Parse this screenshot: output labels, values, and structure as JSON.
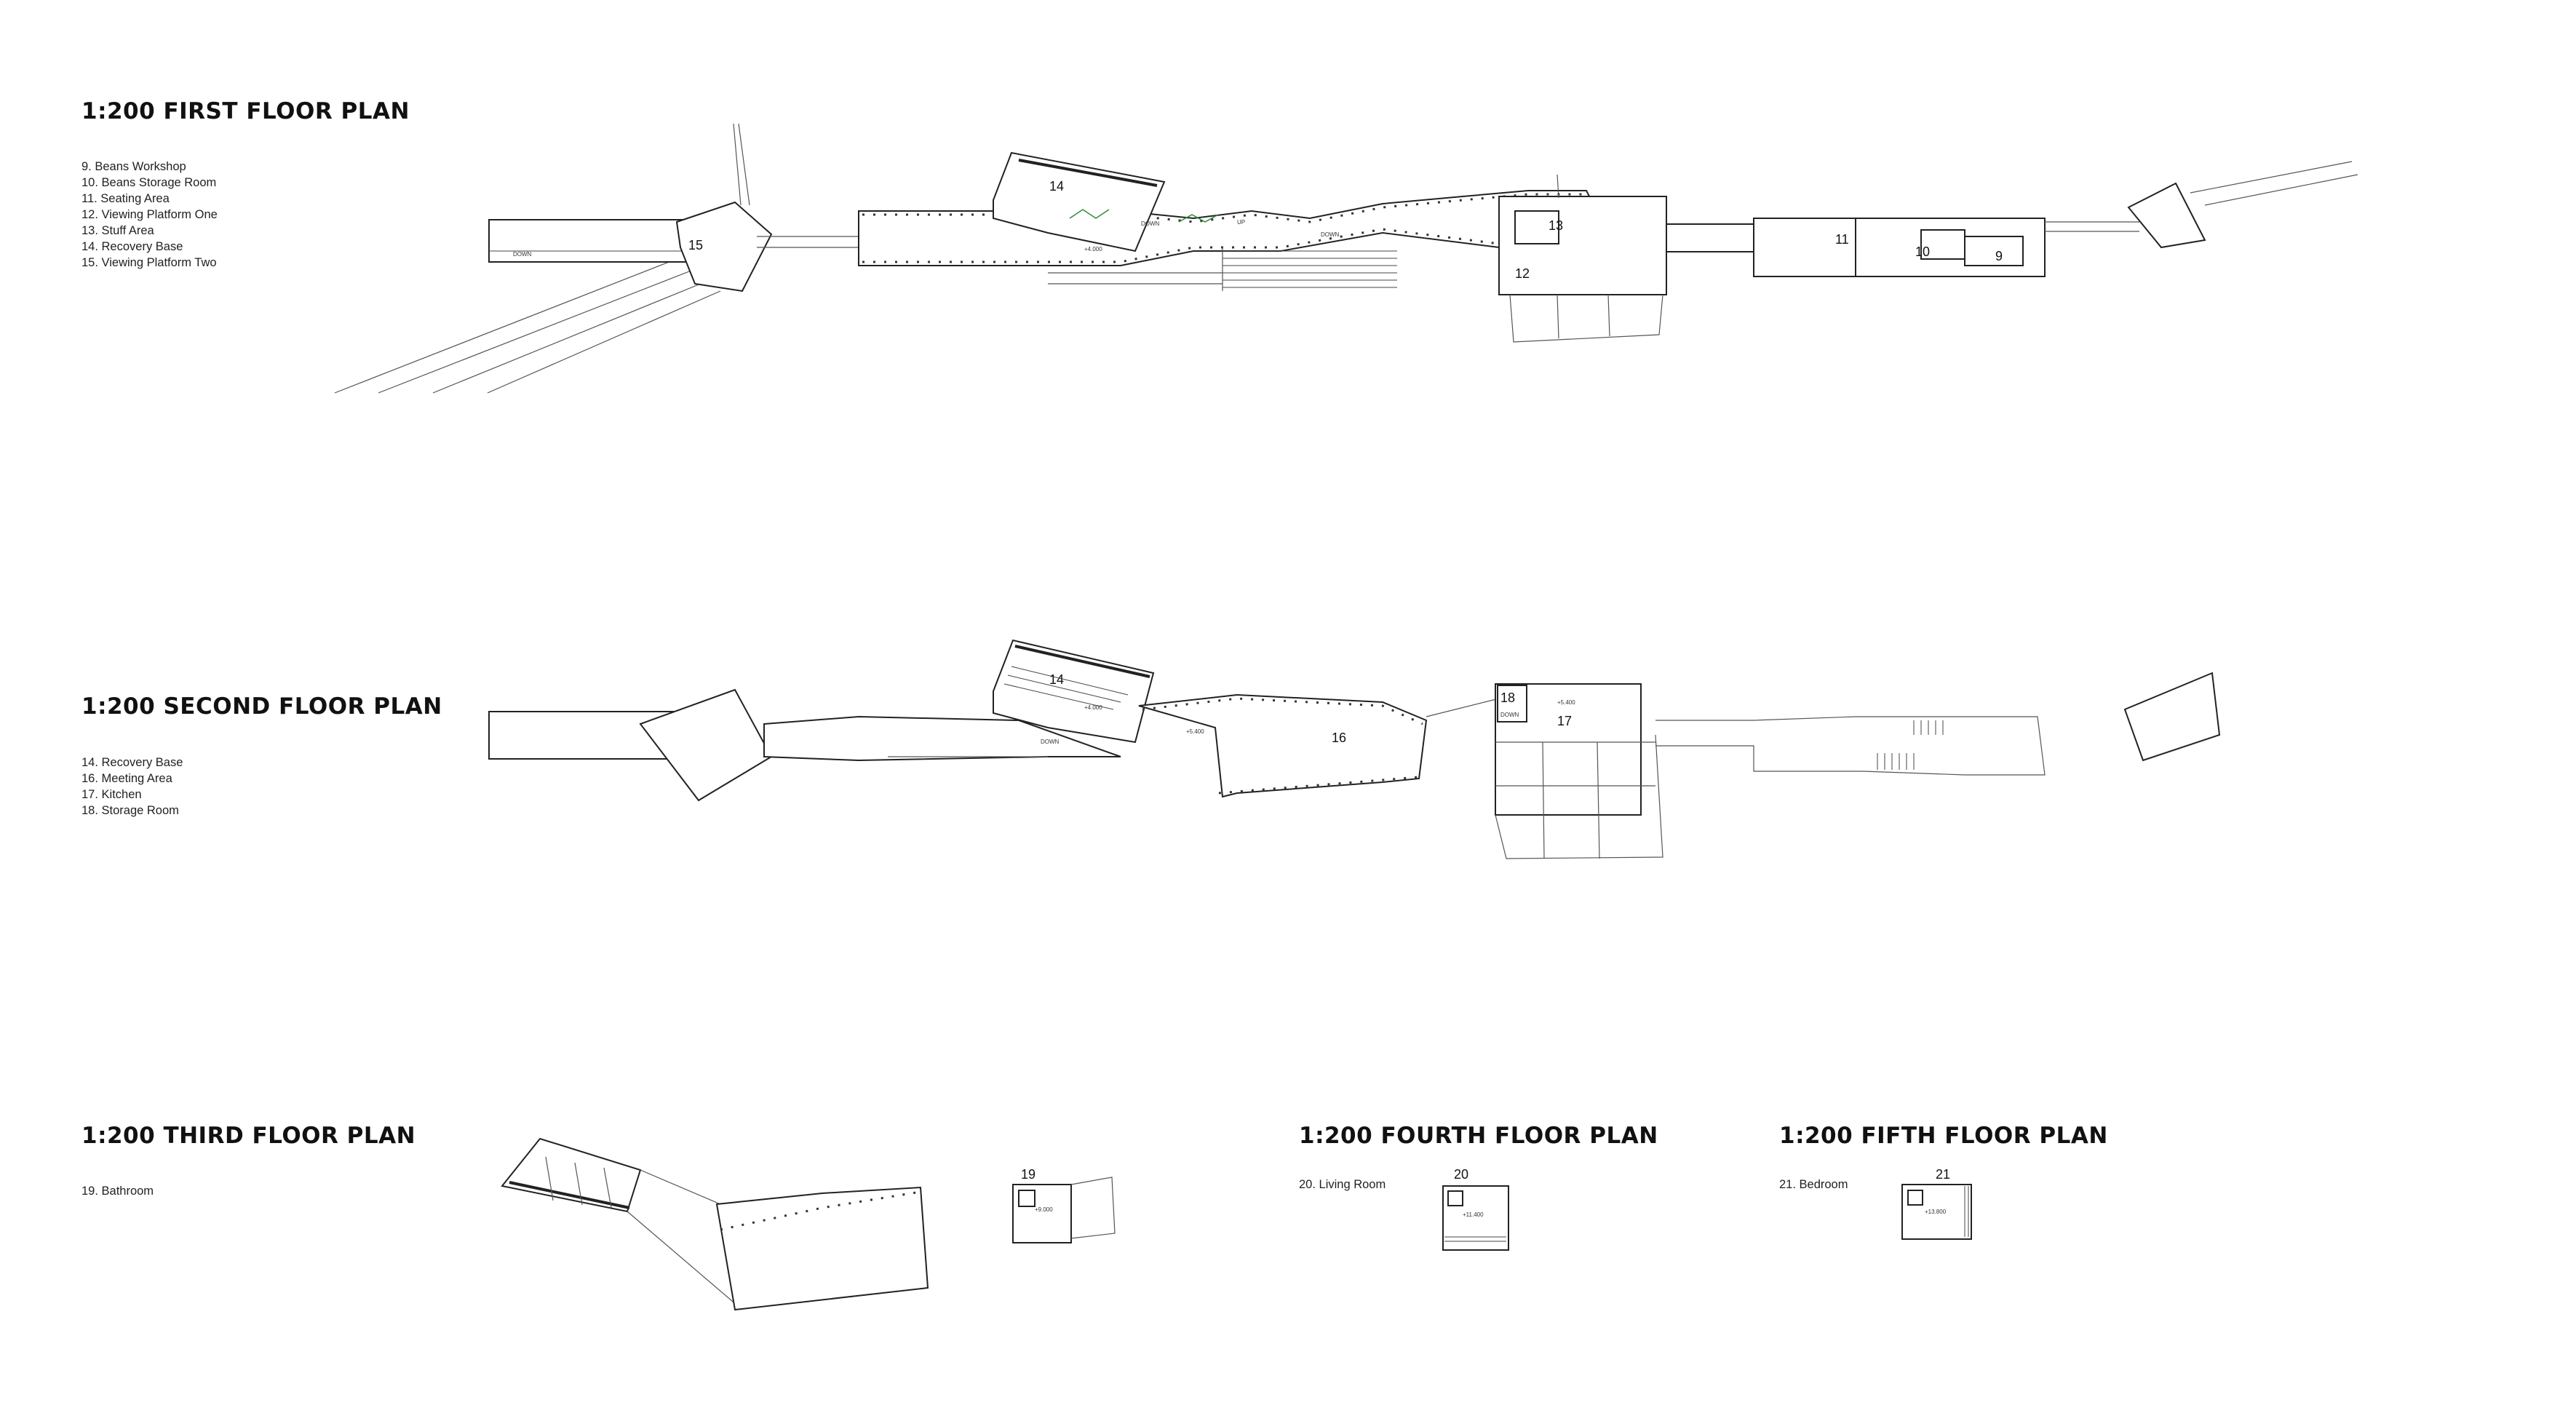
{
  "plans": {
    "first": {
      "title": "1:200 FIRST FLOOR PLAN",
      "legend": [
        "9. Beans Workshop",
        "10. Beans Storage Room",
        "11. Seating Area",
        "12. Viewing Platform One",
        "13. Stuff Area",
        "14. Recovery Base",
        "15. Viewing Platform Two"
      ],
      "room_numbers": [
        "15",
        "14",
        "13",
        "12",
        "11",
        "10",
        "9"
      ],
      "annotations": [
        "DOWN",
        "DOWN",
        "UP",
        "DOWN",
        "+4.000"
      ]
    },
    "second": {
      "title": "1:200 SECOND FLOOR PLAN",
      "legend": [
        "14. Recovery Base",
        "16. Meeting Area",
        "17. Kitchen",
        "18. Storage Room"
      ],
      "room_numbers": [
        "14",
        "16",
        "18",
        "17"
      ],
      "annotations": [
        "+4.000",
        "DOWN",
        "+5.400",
        "DOWN",
        "+5.400"
      ]
    },
    "third": {
      "title": "1:200 THIRD FLOOR PLAN",
      "legend": [
        "19. Bathroom"
      ],
      "room_numbers": [
        "19"
      ],
      "annotations": [
        "+9.000"
      ]
    },
    "fourth": {
      "title": "1:200 FOURTH FLOOR PLAN",
      "legend": [
        "20. Living Room"
      ],
      "room_numbers": [
        "20"
      ],
      "annotations": [
        "+11.400"
      ]
    },
    "fifth": {
      "title": "1:200 FIFTH FLOOR PLAN",
      "legend": [
        "21. Bedroom"
      ],
      "room_numbers": [
        "21"
      ],
      "annotations": [
        "+13.800"
      ]
    }
  }
}
